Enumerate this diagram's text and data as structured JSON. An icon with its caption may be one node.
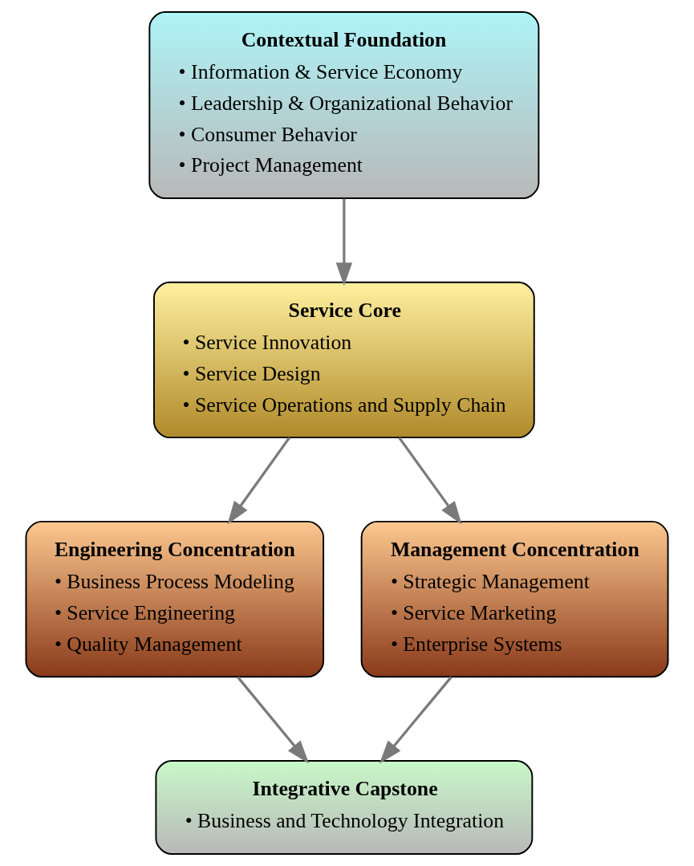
{
  "diagram": {
    "nodes": [
      {
        "text": [
          "Contextual Foundation",
          "• Information & Service Economy",
          "• Leadership & Organizational Behavior",
          "• Consumer Behavior",
          "• Project Management"
        ]
      },
      {
        "text": [
          "Service Core",
          "• Service Innovation",
          "• Service Design",
          "• Service Operations and Supply Chain"
        ]
      },
      {
        "text": [
          "Engineering Concentration",
          "• Business Process Modeling",
          "• Service Engineering",
          "• Quality Management"
        ]
      },
      {
        "text": [
          "Management Concentration",
          "• Strategic Management",
          "• Service Marketing",
          "• Enterprise Systems"
        ]
      },
      {
        "text": [
          "Integrative Capstone",
          "• Business and Technology Integration"
        ]
      }
    ],
    "edges": [
      {
        "from": 0,
        "to": 1,
        "arrow": "to"
      },
      {
        "from": 1,
        "to": 2,
        "arrow": "to"
      },
      {
        "from": 1,
        "to": 3,
        "arrow": "to"
      },
      {
        "from": 2,
        "to": 4,
        "arrow": "to"
      },
      {
        "from": 3,
        "to": 4,
        "arrow": "to"
      }
    ]
  }
}
